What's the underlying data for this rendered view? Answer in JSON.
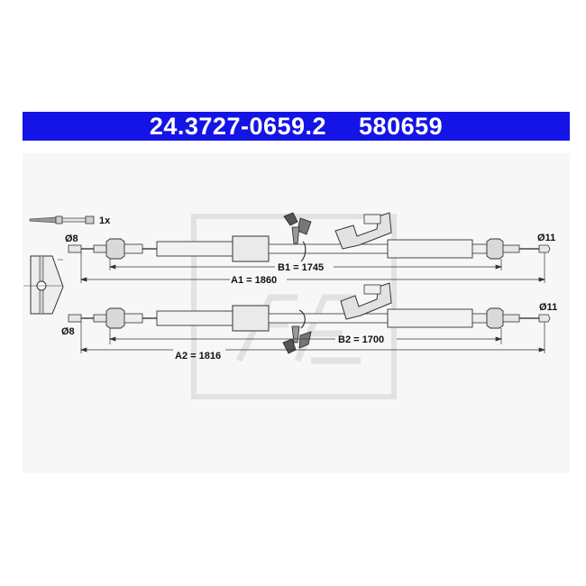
{
  "header": {
    "part_number": "24.3727-0659.2",
    "ref_number": "580659",
    "background_color": "#1414e6",
    "text_color": "#ffffff"
  },
  "accessory": {
    "quantity_label": "1x",
    "icon": "cable-tie-icon"
  },
  "cables": [
    {
      "left_diameter": "Ø8",
      "right_diameter": "Ø11",
      "dim_b": "B1 = 1745",
      "dim_a": "A1 = 1860"
    },
    {
      "left_diameter": "Ø8",
      "right_diameter": "Ø11",
      "dim_b": "B2 = 1700",
      "dim_a": "A2 = 1816"
    }
  ],
  "watermark": {
    "icon": "ate-logo-watermark",
    "color": "#e2e2e2"
  }
}
